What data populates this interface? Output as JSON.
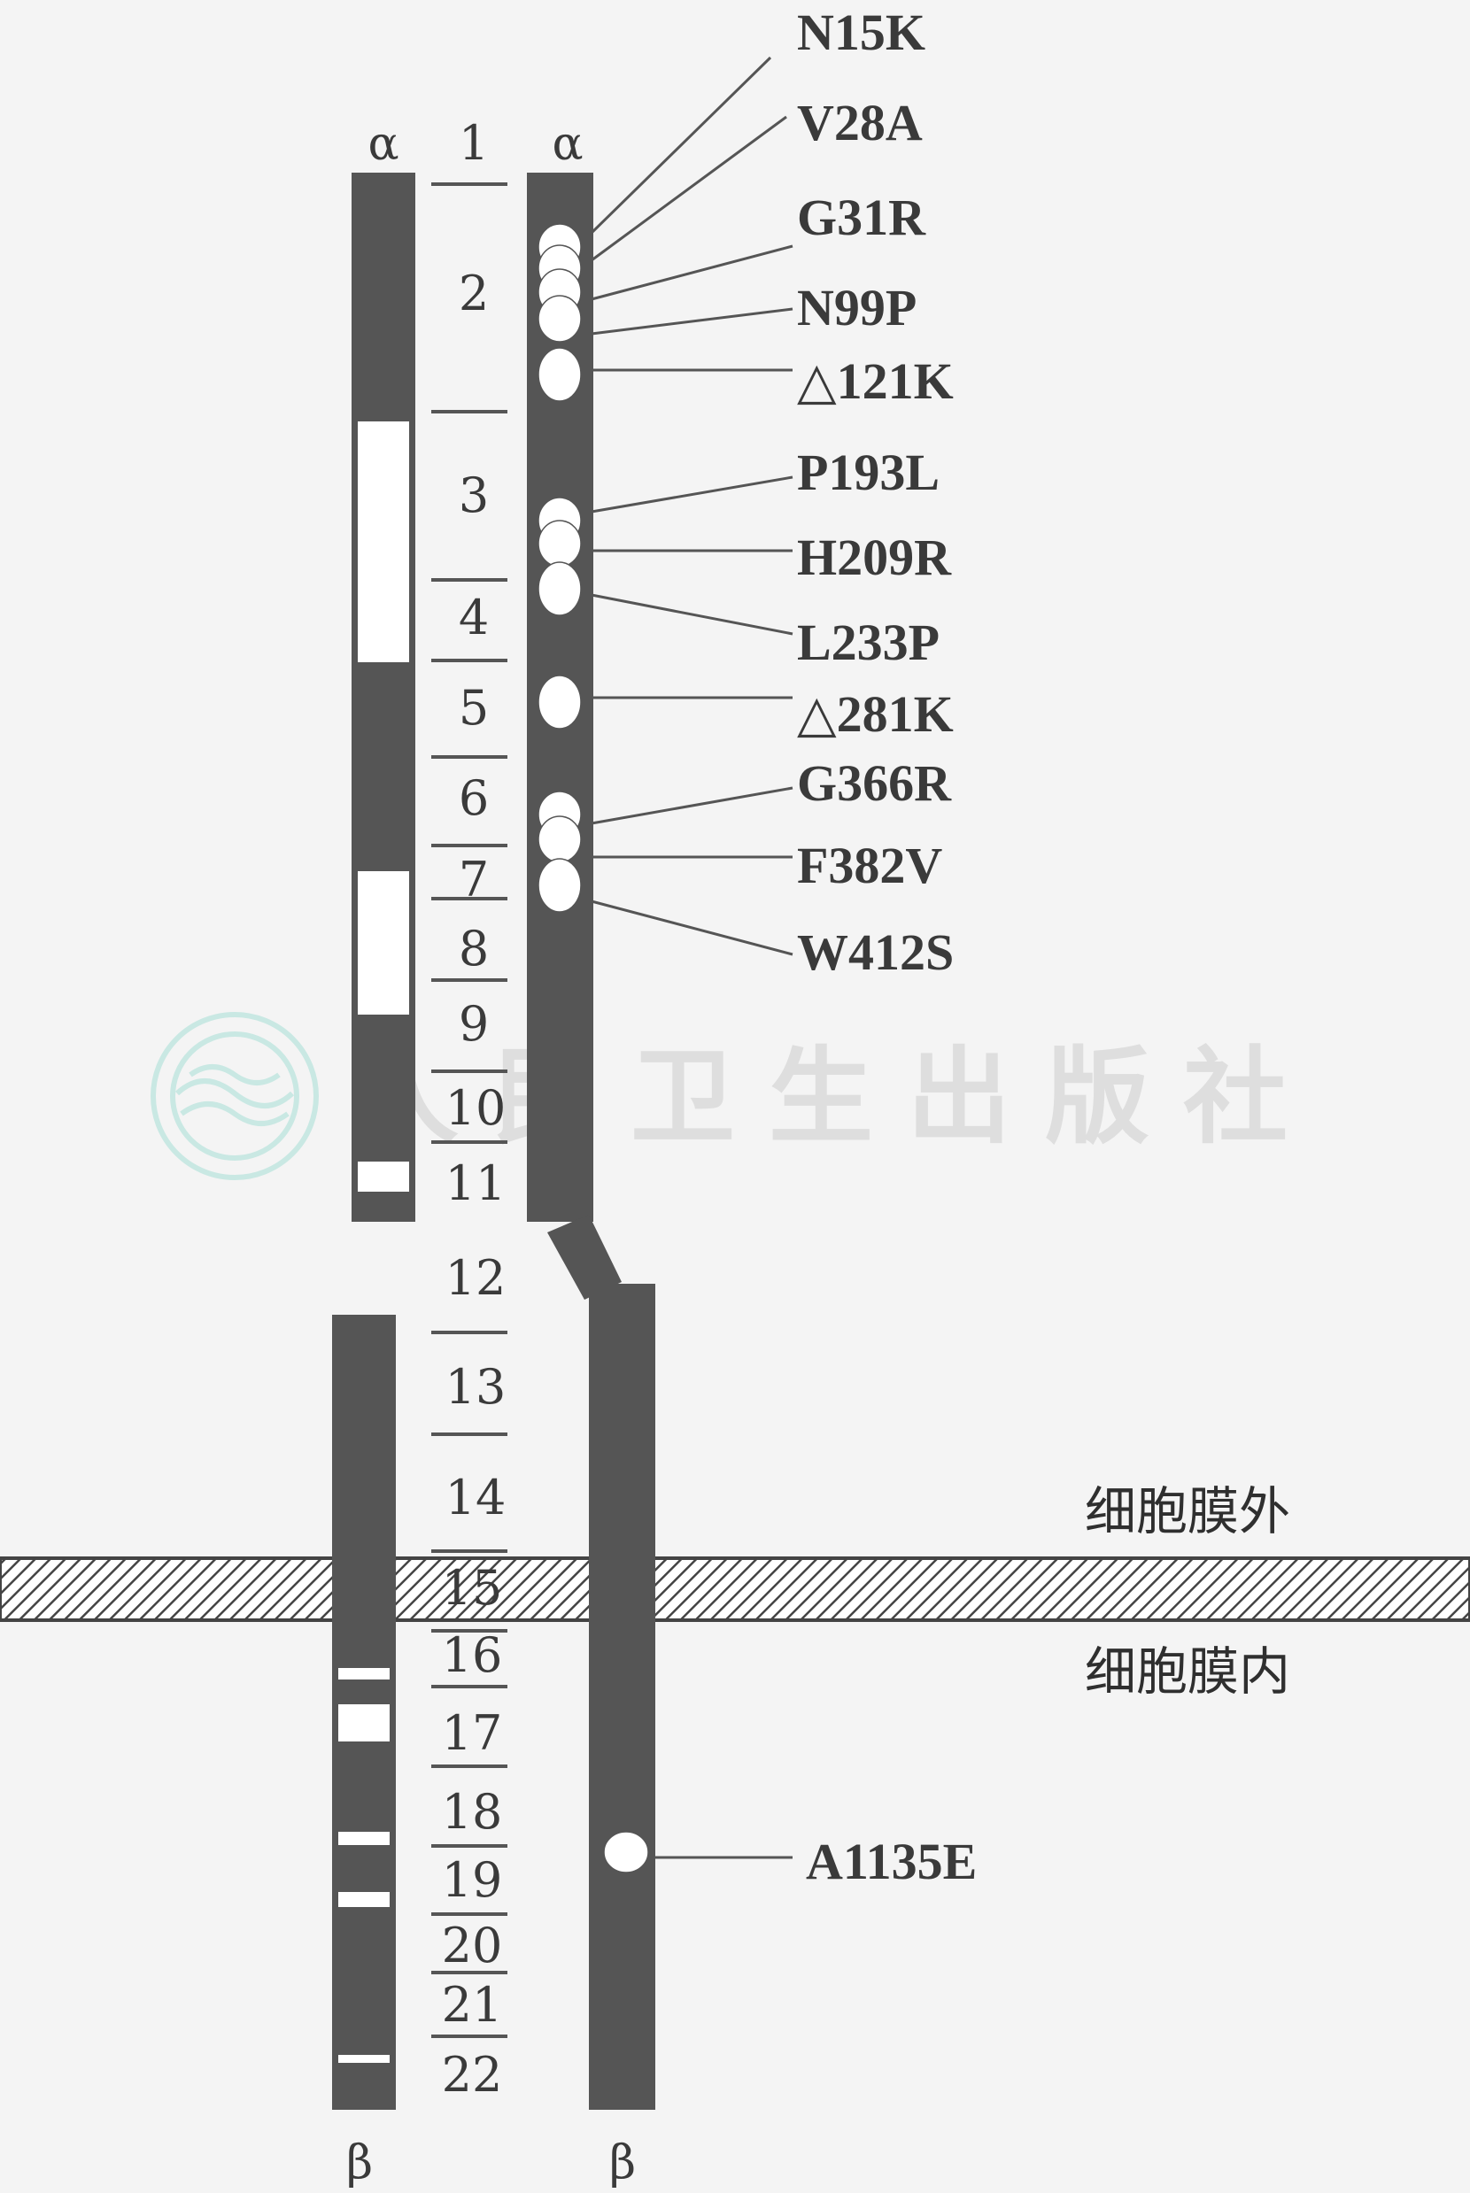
{
  "labels": {
    "alpha_left": "α",
    "alpha_right": "α",
    "beta_left": "β",
    "beta_right": "β"
  },
  "segments": [
    "1",
    "2",
    "3",
    "4",
    "5",
    "6",
    "7",
    "8",
    "9",
    "10",
    "11",
    "12",
    "13",
    "14",
    "15",
    "16",
    "17",
    "18",
    "19",
    "20",
    "21",
    "22"
  ],
  "mutations": [
    {
      "id": "m1",
      "label": "N15K"
    },
    {
      "id": "m2",
      "label": "V28A"
    },
    {
      "id": "m3",
      "label": "G31R"
    },
    {
      "id": "m4",
      "label": "N99P"
    },
    {
      "id": "m5",
      "label": "△121K"
    },
    {
      "id": "m6",
      "label": "P193L"
    },
    {
      "id": "m7",
      "label": "H209R"
    },
    {
      "id": "m8",
      "label": "L233P"
    },
    {
      "id": "m9",
      "label": "△281K"
    },
    {
      "id": "m10",
      "label": "G366R"
    },
    {
      "id": "m11",
      "label": "F382V"
    },
    {
      "id": "m12",
      "label": "W412S"
    },
    {
      "id": "m13",
      "label": "A1135E"
    }
  ],
  "membrane": {
    "outside": "细胞膜外",
    "inside": "细胞膜内"
  },
  "watermark": {
    "text": "人民卫生出版社"
  },
  "colors": {
    "bar": "#555555",
    "background": "#f4f4f4",
    "hole": "#ffffff"
  }
}
